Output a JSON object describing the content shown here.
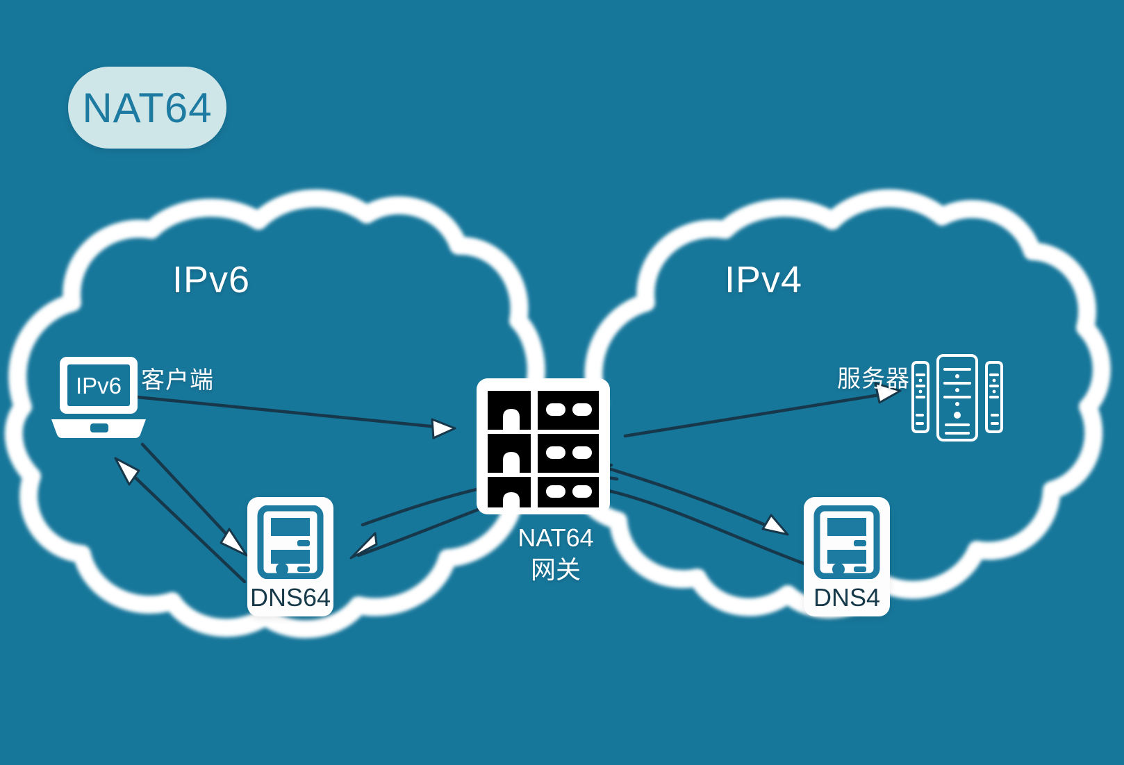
{
  "diagram": {
    "title_badge": "NAT64",
    "background_color": "#17779b",
    "accent_color": "#1d7ba1",
    "badge_fill": "#cfe6e9",
    "cloud_stroke": "#ffffff",
    "line_color": "#17384a"
  },
  "clouds": [
    {
      "id": "ipv6-cloud",
      "label": "IPv6"
    },
    {
      "id": "ipv4-cloud",
      "label": "IPv4"
    }
  ],
  "nodes": {
    "client": {
      "label": "客户端",
      "screen_text": "IPv6",
      "icon": "laptop-icon"
    },
    "dns64": {
      "label": "DNS64",
      "icon": "server-tower-icon"
    },
    "dns4": {
      "label": "DNS4",
      "icon": "server-tower-icon"
    },
    "gateway": {
      "line1": "NAT64",
      "line2": "网关",
      "icon": "rack-switch-icon"
    },
    "server": {
      "label": "服务器",
      "icon": "server-rack-icon"
    }
  },
  "connections": [
    {
      "from": "client",
      "to": "gateway",
      "style": "straight",
      "arrow": "end"
    },
    {
      "from": "client",
      "to": "dns64",
      "style": "straight",
      "arrow": "end"
    },
    {
      "from": "dns64",
      "to": "client",
      "style": "straight",
      "arrow": "end"
    },
    {
      "from": "gateway",
      "to": "server",
      "style": "straight",
      "arrow": "end"
    },
    {
      "from": "gateway",
      "to": "dns64",
      "style": "curved",
      "arrow": "end"
    },
    {
      "from": "dns64",
      "to": "gateway",
      "style": "curved",
      "arrow": "none"
    },
    {
      "from": "gateway",
      "to": "dns4",
      "style": "curved",
      "arrow": "end"
    },
    {
      "from": "dns4",
      "to": "gateway",
      "style": "curved",
      "arrow": "none"
    }
  ]
}
